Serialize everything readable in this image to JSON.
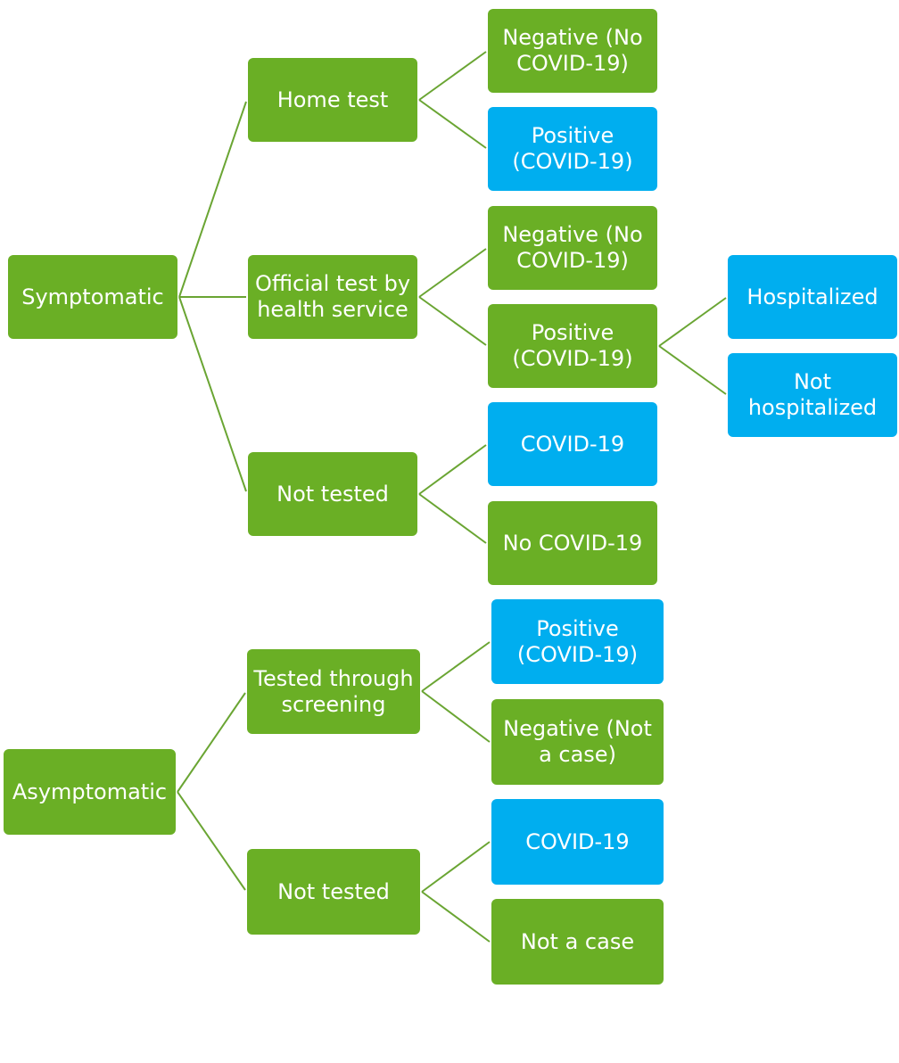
{
  "nodes": {
    "symptomatic": "Symptomatic",
    "home_test": "Home test",
    "official_test": "Official test by health service",
    "not_tested_symptomatic": "Not tested",
    "home_negative": "Negative (No COVID-19)",
    "home_positive": "Positive (COVID-19)",
    "official_negative": "Negative (No COVID-19)",
    "official_positive": "Positive (COVID-19)",
    "hospitalized": "Hospitalized",
    "not_hospitalized": "Not hospitalized",
    "not_tested_covid": "COVID-19",
    "not_tested_no_covid": "No COVID-19",
    "asymptomatic": "Asymptomatic",
    "screening": "Tested through screening",
    "not_tested_asymptomatic": "Not tested",
    "screening_positive": "Positive (COVID-19)",
    "screening_negative": "Negative (Not a case)",
    "asym_not_tested_covid": "COVID-19",
    "asym_not_tested_not_case": "Not a case"
  },
  "colors": {
    "green_node": "#6aaf25",
    "blue_node": "#00aeef",
    "connector": "#6aa533",
    "text": "#ffffff"
  }
}
